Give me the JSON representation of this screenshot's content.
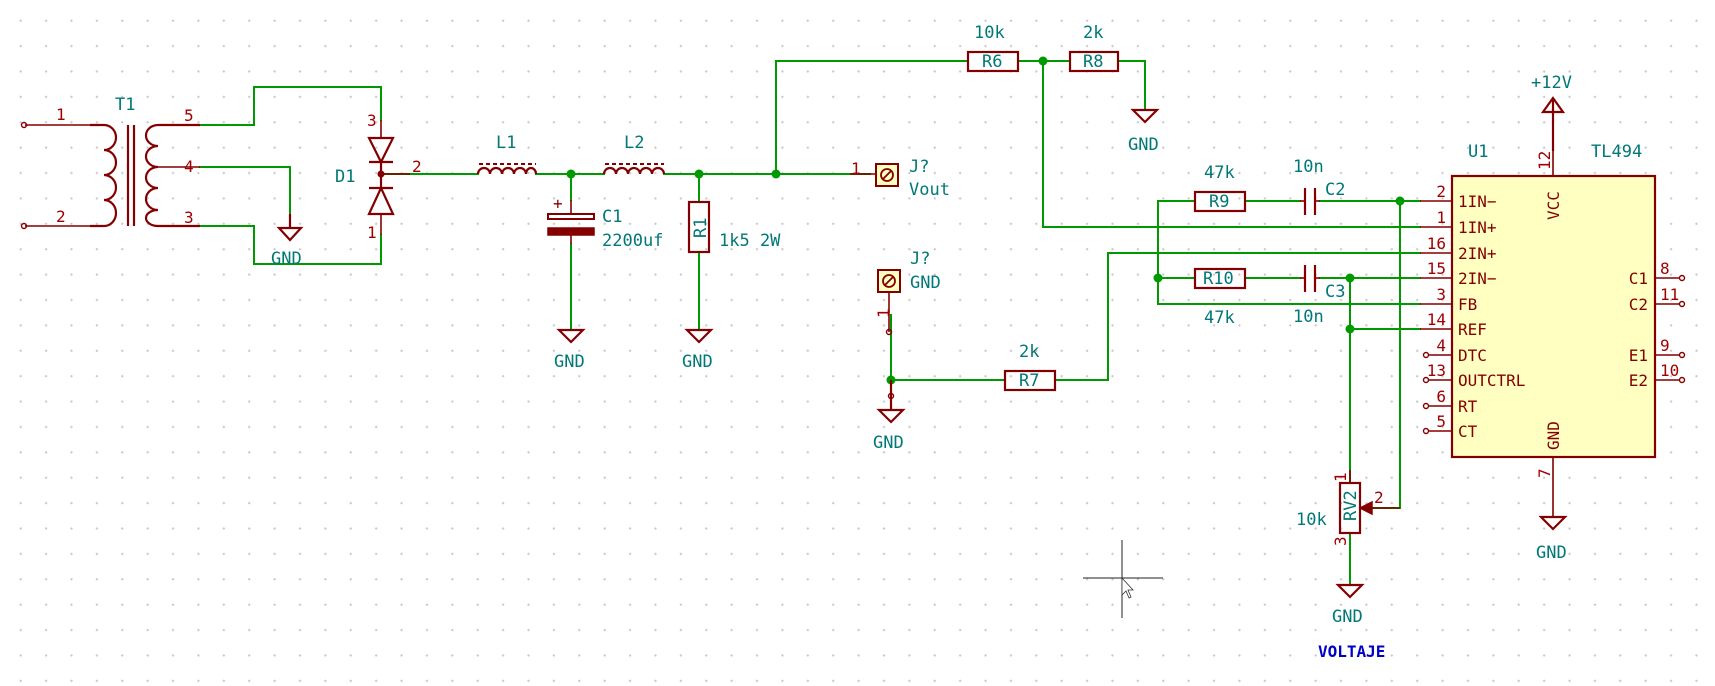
{
  "components": {
    "T1": {
      "ref": "T1",
      "pins": [
        "1",
        "2",
        "5",
        "4",
        "3"
      ]
    },
    "D1": {
      "ref": "D1",
      "pins": [
        "3",
        "2",
        "1"
      ]
    },
    "L1": {
      "ref": "L1"
    },
    "L2": {
      "ref": "L2"
    },
    "C1": {
      "ref": "C1",
      "value": "2200uf"
    },
    "R1": {
      "ref": "R1",
      "value": "1k5 2W"
    },
    "R6": {
      "ref": "R6",
      "value": "10k"
    },
    "R8": {
      "ref": "R8",
      "value": "2k"
    },
    "R7": {
      "ref": "R7",
      "value": "2k"
    },
    "R9": {
      "ref": "R9",
      "value": "47k"
    },
    "R10": {
      "ref": "R10",
      "value": "47k"
    },
    "C2": {
      "ref": "C2",
      "value": "10n"
    },
    "C3": {
      "ref": "C3",
      "value": "10n"
    },
    "RV2": {
      "ref": "RV2",
      "value": "10k",
      "pins": [
        "1",
        "2",
        "3"
      ]
    },
    "J1": {
      "ref": "J?",
      "value": "Vout",
      "pin": "1"
    },
    "J2": {
      "ref": "J?",
      "value": "GND",
      "pin": "1"
    },
    "U1": {
      "ref": "U1",
      "value": "TL494",
      "left_pins": [
        {
          "num": "2",
          "name": "1IN−"
        },
        {
          "num": "1",
          "name": "1IN+"
        },
        {
          "num": "16",
          "name": "2IN+"
        },
        {
          "num": "15",
          "name": "2IN−"
        },
        {
          "num": "3",
          "name": "FB"
        },
        {
          "num": "14",
          "name": "REF"
        },
        {
          "num": "4",
          "name": "DTC"
        },
        {
          "num": "13",
          "name": "OUTCTRL"
        },
        {
          "num": "6",
          "name": "RT"
        },
        {
          "num": "5",
          "name": "CT"
        }
      ],
      "right_pins": [
        {
          "num": "8",
          "name": "C1"
        },
        {
          "num": "11",
          "name": "C2"
        },
        {
          "num": "9",
          "name": "E1"
        },
        {
          "num": "10",
          "name": "E2"
        }
      ],
      "top_pin": {
        "num": "12",
        "name": "VCC"
      },
      "bottom_pin": {
        "num": "7",
        "name": "GND"
      }
    }
  },
  "power": {
    "gnd": "GND",
    "vcc": "+12V"
  },
  "labels": {
    "voltaje": "VOLTAJE"
  }
}
